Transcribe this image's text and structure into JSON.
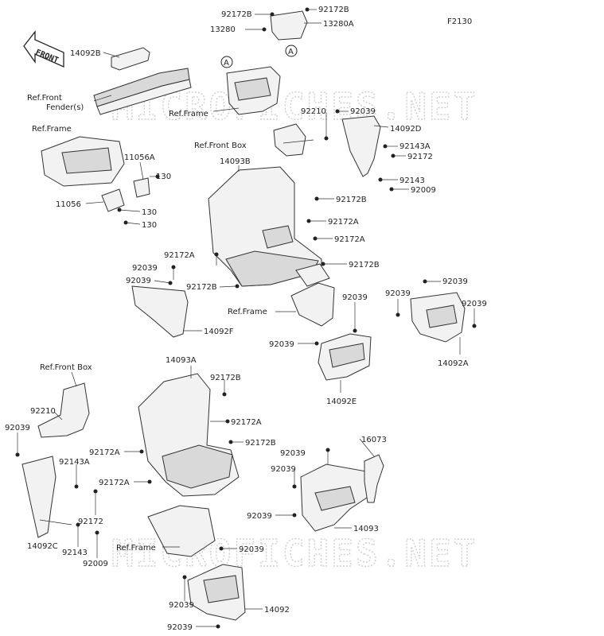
{
  "figure_code": "F2130",
  "front_arrow": "FRONT",
  "callout_letter": "A",
  "watermark": "MICROFICHES.NET",
  "labels": {
    "p92172B_a": "92172B",
    "p92172B_b": "92172B",
    "p13280": "13280",
    "p13280A": "13280A",
    "p14092B": "14092B",
    "ref_front_fender": "Ref.Front",
    "ref_front_fender2": "Fender(s)",
    "ref_frame_top": "Ref.Frame",
    "p92210_top": "92210",
    "p92039_top": "92039",
    "p14092D": "14092D",
    "ref_front_box_top": "Ref.Front Box",
    "p92143A_top": "92143A",
    "p92172_top": "92172",
    "p92143_top": "92143",
    "p92009_top": "92009",
    "ref_frame_left": "Ref.Frame",
    "p11056A": "11056A",
    "p130_a": "130",
    "p11056": "11056",
    "p130_b": "130",
    "p130_c": "130",
    "p14093B": "14093B",
    "p92172B_c": "92172B",
    "p92172A_a": "92172A",
    "p92172A_b": "92172A",
    "p92172A_c": "92172A",
    "p92172B_d": "92172B",
    "p92039_a": "92039",
    "p92039_b": "92039",
    "p92172B_e": "92172B",
    "ref_frame_mid": "Ref.Frame",
    "p14092F": "14092F",
    "p92039_c": "92039",
    "p92039_d": "92039",
    "p92039_e": "92039",
    "p92039_f": "92039",
    "p14092A": "14092A",
    "p92039_g": "92039",
    "p14092E": "14092E",
    "ref_front_box_bot": "Ref.Front Box",
    "p92210_bot": "92210",
    "p92039_h": "92039",
    "p14093A": "14093A",
    "p92172B_f": "92172B",
    "p92172A_d": "92172A",
    "p92172B_g": "92172B",
    "p92172A_e": "92172A",
    "p92143A_bot": "92143A",
    "p92172A_f": "92172A",
    "p92172_bot": "92172",
    "p14092C": "14092C",
    "p92143_bot": "92143",
    "p92009_bot": "92009",
    "ref_frame_bot": "Ref.Frame",
    "p92039_i": "92039",
    "p16073": "16073",
    "p92039_j": "92039",
    "p92039_k": "92039",
    "p14093": "14093",
    "p92039_l": "92039",
    "p92039_m": "92039",
    "p14092": "14092",
    "p92039_n": "92039"
  }
}
